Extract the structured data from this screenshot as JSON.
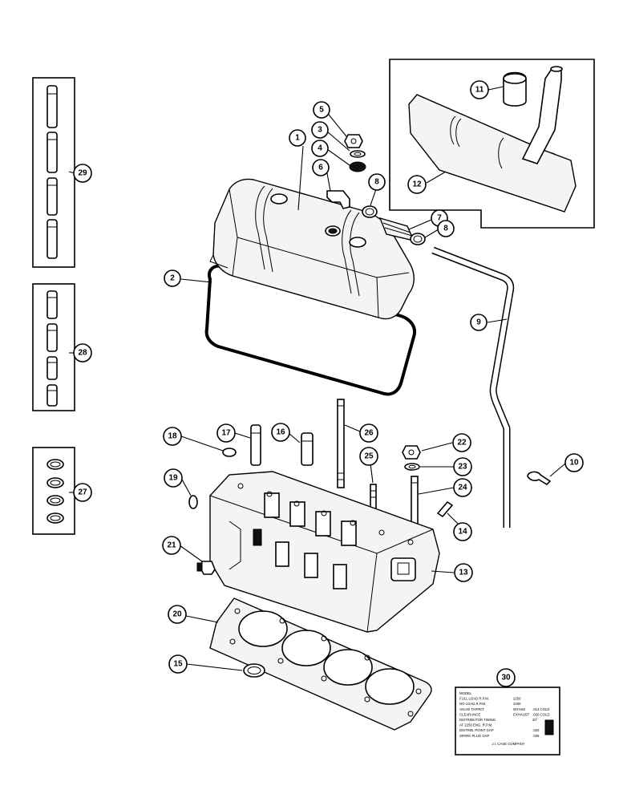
{
  "callouts": [
    {
      "id": "1",
      "label": "1"
    },
    {
      "id": "2",
      "label": "2"
    },
    {
      "id": "3",
      "label": "3"
    },
    {
      "id": "4",
      "label": "4"
    },
    {
      "id": "5",
      "label": "5"
    },
    {
      "id": "6",
      "label": "6"
    },
    {
      "id": "7",
      "label": "7"
    },
    {
      "id": "8a",
      "label": "8"
    },
    {
      "id": "8b",
      "label": "8"
    },
    {
      "id": "9",
      "label": "9"
    },
    {
      "id": "10",
      "label": "10"
    },
    {
      "id": "11",
      "label": "11"
    },
    {
      "id": "12",
      "label": "12"
    },
    {
      "id": "13",
      "label": "13"
    },
    {
      "id": "14",
      "label": "14"
    },
    {
      "id": "15",
      "label": "15"
    },
    {
      "id": "16",
      "label": "16"
    },
    {
      "id": "17",
      "label": "17"
    },
    {
      "id": "18",
      "label": "18"
    },
    {
      "id": "19",
      "label": "19"
    },
    {
      "id": "20",
      "label": "20"
    },
    {
      "id": "21",
      "label": "21"
    },
    {
      "id": "22",
      "label": "22"
    },
    {
      "id": "23",
      "label": "23"
    },
    {
      "id": "24",
      "label": "24"
    },
    {
      "id": "25",
      "label": "25"
    },
    {
      "id": "26",
      "label": "26"
    },
    {
      "id": "27",
      "label": "27"
    },
    {
      "id": "28",
      "label": "28"
    },
    {
      "id": "29",
      "label": "29"
    },
    {
      "id": "30",
      "label": "30"
    }
  ],
  "spec_plate": {
    "rows": [
      {
        "label": "MODEL",
        "col1": "",
        "col2": ""
      },
      {
        "label": "FULL LOAD R.P.M.",
        "col1": "2250",
        "col2": ""
      },
      {
        "label": "NO LOAD R.P.M.",
        "col1": "2400",
        "col2": ""
      },
      {
        "label": "VALVE TAPPET",
        "col1": "INTAKE",
        "col2": ".014  COLD"
      },
      {
        "label": "CLEARANCE",
        "col1": "EXHAUST",
        "col2": ".020  COLD"
      },
      {
        "label": "DISTRIBUTOR TIMING",
        "col1": "",
        "col2": "20°"
      },
      {
        "label": "AT 2250 ENG. R.P.M.",
        "col1": "",
        "col2": ""
      },
      {
        "label": "DISTRIB. POINT GAP",
        "col1": "",
        "col2": ".020"
      },
      {
        "label": "SPARK PLUG GAP",
        "col1": "",
        "col2": ".025"
      }
    ],
    "company": "J.I. CASE COMPANY"
  }
}
